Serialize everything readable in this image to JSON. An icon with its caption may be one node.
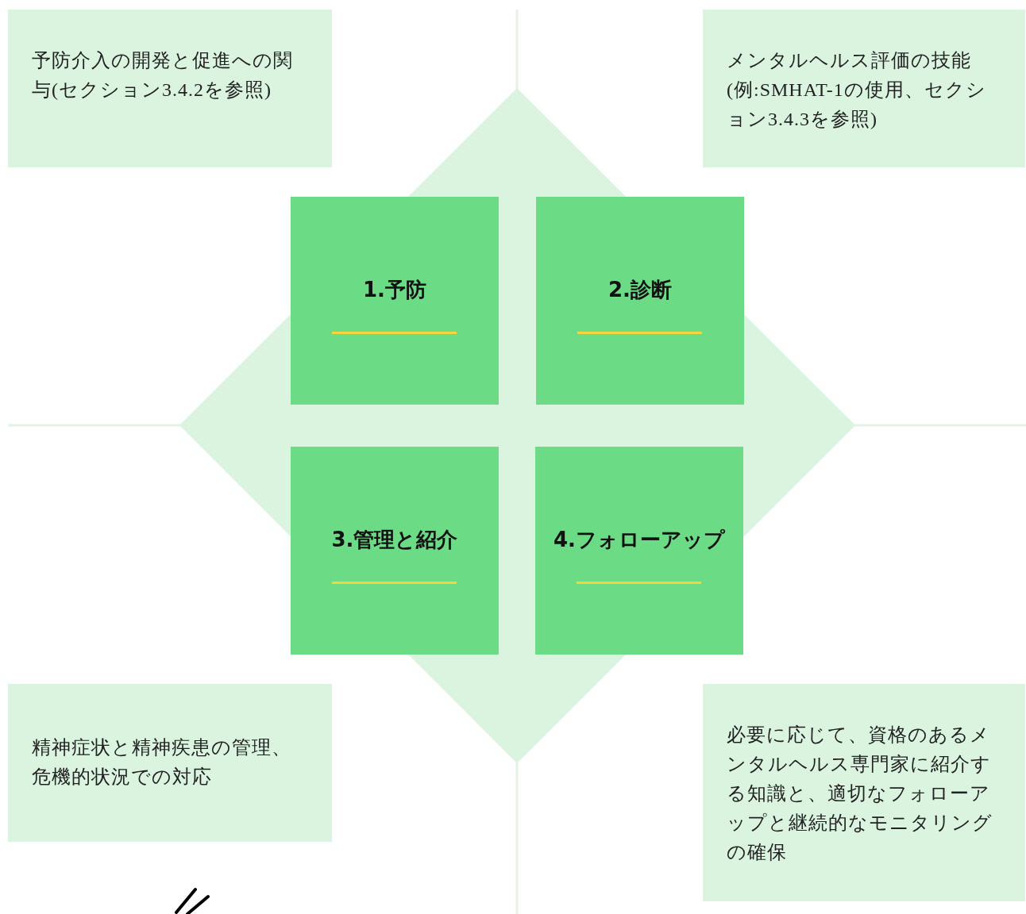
{
  "diagram": {
    "nodes": [
      {
        "text": [
          "予防介入の開発と促進への関与(セクション3.4.2を参照)"
        ]
      },
      {
        "text": [
          "メンタルヘルス評価の技能(例:SMHAT-1の使用、セクション3.4.3を参照)"
        ]
      },
      {
        "text": [
          "1.予防"
        ]
      },
      {
        "text": [
          "2.診断"
        ]
      },
      {
        "text": [
          "3.管理と紹介"
        ]
      },
      {
        "text": [
          "4.フォローアップ"
        ]
      },
      {
        "text": [
          "精神症状と精神疾患の管理、危機的状況での対応"
        ]
      },
      {
        "text": [
          "必要に応じて、資格のあるメンタルヘルス専門家に紹介する知識と、適切なフォローアップと継続的なモニタリングの確保"
        ]
      }
    ]
  }
}
